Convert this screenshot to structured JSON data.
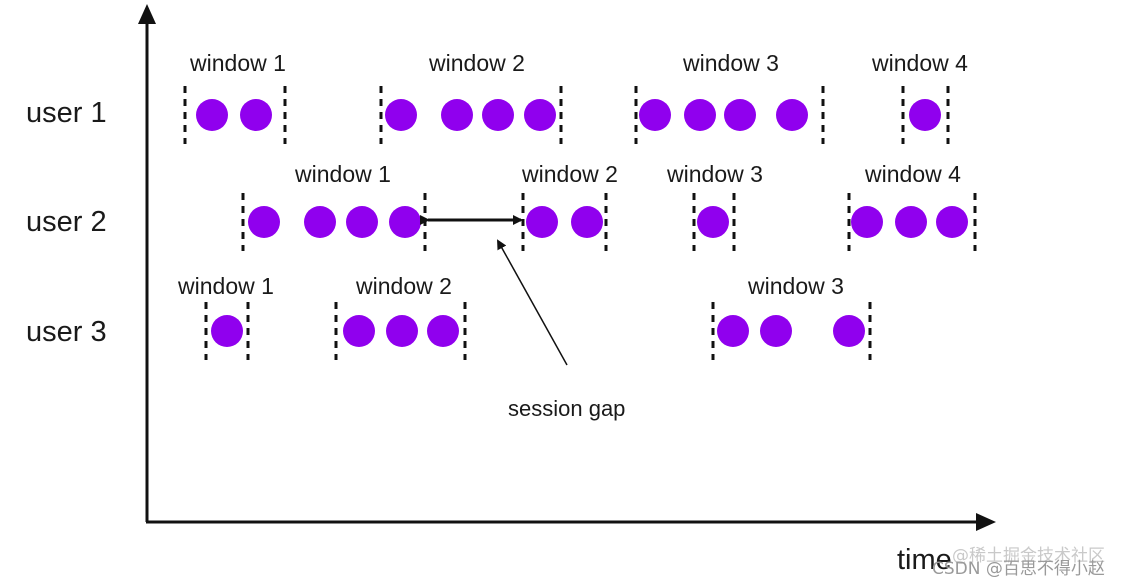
{
  "axes": {
    "x_label": "time"
  },
  "users": [
    {
      "label": "user 1",
      "windows": [
        {
          "label": "window 1",
          "events": 2
        },
        {
          "label": "window 2",
          "events": 4
        },
        {
          "label": "window 3",
          "events": 4
        },
        {
          "label": "window 4",
          "events": 1
        }
      ]
    },
    {
      "label": "user 2",
      "windows": [
        {
          "label": "window 1",
          "events": 4
        },
        {
          "label": "window 2",
          "events": 2
        },
        {
          "label": "window 3",
          "events": 1
        },
        {
          "label": "window 4",
          "events": 3
        }
      ]
    },
    {
      "label": "user 3",
      "windows": [
        {
          "label": "window 1",
          "events": 1
        },
        {
          "label": "window 2",
          "events": 3
        },
        {
          "label": "window 3",
          "events": 3
        }
      ]
    }
  ],
  "annotation": {
    "label": "session gap"
  },
  "watermarks": [
    "@稀土掘金技术社区",
    "CSDN @百思不得小赵"
  ],
  "colors": {
    "event": "#9000ee",
    "line": "#111111"
  }
}
